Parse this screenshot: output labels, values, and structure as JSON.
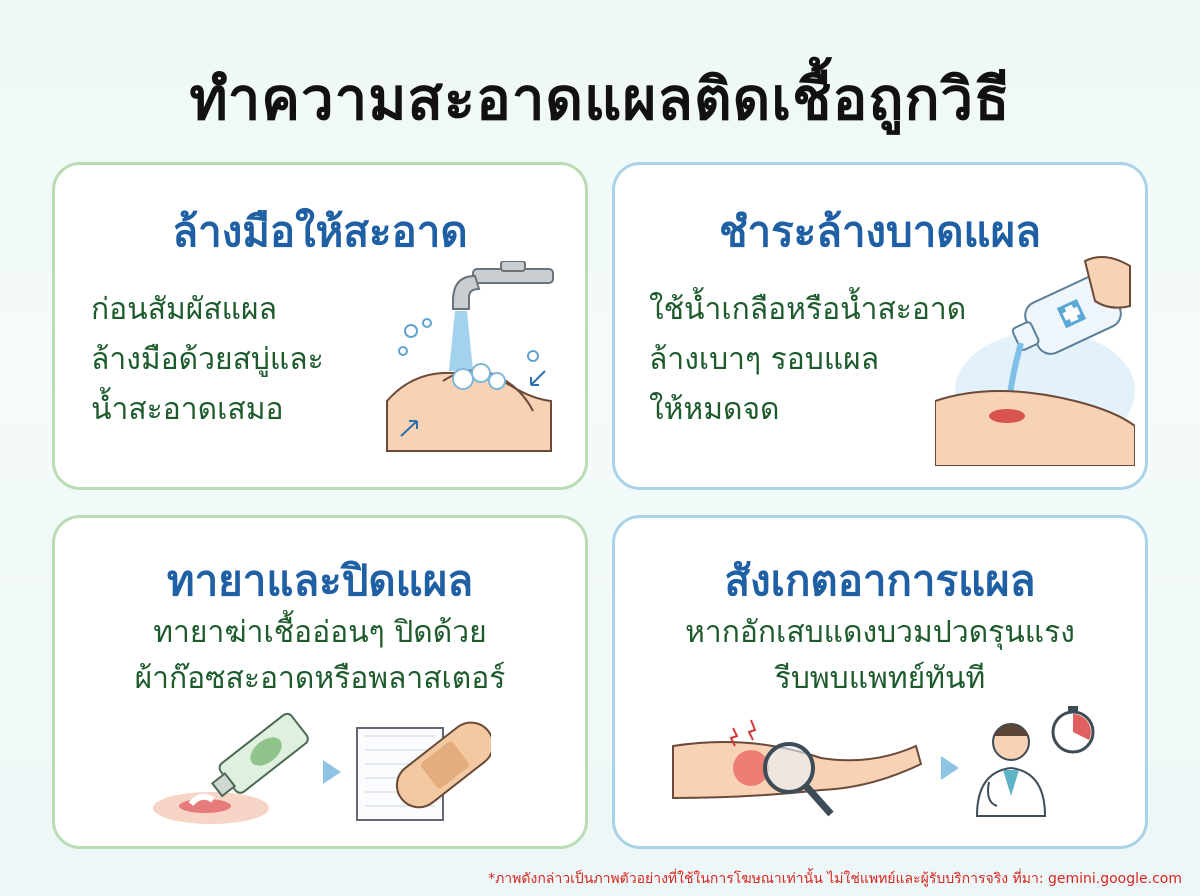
{
  "page_title": "ทำความสะอาดแผลติดเชื้อถูกวิธี",
  "cards": [
    {
      "title": "ล้างมือให้สะอาด",
      "lines": [
        "ก่อนสัมผัสแผล",
        "ล้างมือด้วยสบู่และ",
        "น้ำสะอาดเสมอ"
      ],
      "icon": "hand-washing-icon"
    },
    {
      "title": "ชำระล้างบาดแผล",
      "lines": [
        "ใช้น้ำเกลือหรือน้ำสะอาด",
        "ล้างเบาๆ รอบแผล",
        "ให้หมดจด"
      ],
      "icon": "saline-pouring-icon"
    },
    {
      "title": "ทายาและปิดแผล",
      "lines": [
        "ทายาฆ่าเชื้ออ่อนๆ ปิดด้วย",
        "ผ้าก๊อซสะอาดหรือพลาสเตอร์"
      ],
      "icon": "ointment-bandage-icon"
    },
    {
      "title": "สังเกตอาการแผล",
      "lines": [
        "หากอักเสบแดงบวมปวดรุนแรง",
        "รีบพบแพทย์ทันที"
      ],
      "icon": "wound-doctor-icon"
    }
  ],
  "footnote": "*ภาพดังกล่าวเป็นภาพตัวอย่างที่ใช้ในการโฆษณาเท่านั้น ไม่ใช่แพทย์และผู้รับบริการจริง ที่มา: gemini.google.com",
  "colors": {
    "title": "#111111",
    "card_heading": "#1f5fa3",
    "card_body": "#1d5b2d",
    "green_border": "#b9dcb3",
    "blue_border": "#a9d3e6",
    "footnote": "#d7261e"
  }
}
